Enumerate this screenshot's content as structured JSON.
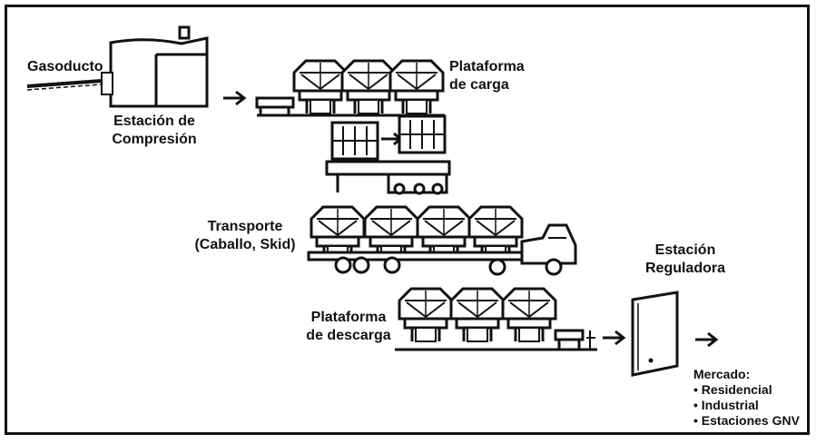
{
  "labels": {
    "gasoducto": "Gasoducto",
    "estacion_compresion_l1": "Estación de",
    "estacion_compresion_l2": "Compresión",
    "plataforma_carga_l1": "Plataforma",
    "plataforma_carga_l2": "de carga",
    "transporte_l1": "Transporte",
    "transporte_l2": "(Caballo, Skid)",
    "estacion_reguladora_l1": "Estación",
    "estacion_reguladora_l2": "Reguladora",
    "plataforma_descarga_l1": "Plataforma",
    "plataforma_descarga_l2": "de descarga"
  },
  "mercado": {
    "title": "Mercado:",
    "items": [
      "• Residencial",
      "• Industrial",
      "• Estaciones GNV"
    ]
  },
  "colors": {
    "ink": "#111111",
    "background": "#ffffff"
  },
  "icons": [
    "pipeline-icon",
    "compression-station-icon",
    "gas-module-icon",
    "truck-icon",
    "regulator-cabinet-icon",
    "arrow-icon"
  ]
}
